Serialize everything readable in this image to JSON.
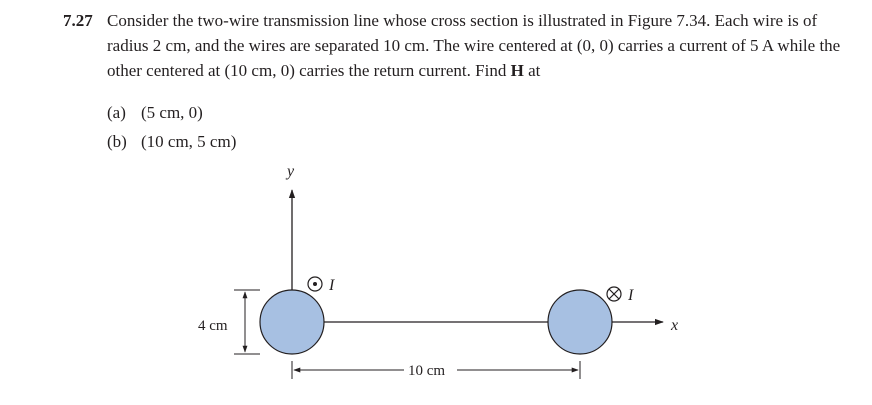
{
  "problem": {
    "number": "7.27",
    "text_1": "Consider the two-wire transmission line whose cross section is illustrated in Figure 7.34. Each wire is of radius 2 cm, and the wires are separated 10 cm. The wire centered at (0, 0) carries a current of 5 A while the other centered at (10 cm, 0) carries the return current. Find",
    "bold_symbol": "H",
    "text_2": " at",
    "parts": [
      {
        "label": "(a)",
        "value": "(5 cm, 0)"
      },
      {
        "label": "(b)",
        "value": "(10 cm, 5 cm)"
      }
    ]
  },
  "figure": {
    "y_label": "y",
    "x_label": "x",
    "current_label_left": "I",
    "current_label_right": "I",
    "diameter_label": "4 cm",
    "separation_label": "10 cm",
    "wire_fill": "#a7c0e2"
  }
}
